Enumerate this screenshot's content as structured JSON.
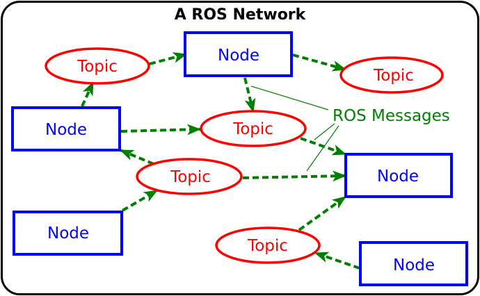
{
  "title": "A ROS Network",
  "colors": {
    "frame": "#000000",
    "node": "#0000ff",
    "topic": "#ff0000",
    "message": "#008000"
  },
  "nodes": [
    {
      "id": "n1",
      "label": "Node"
    },
    {
      "id": "n2",
      "label": "Node"
    },
    {
      "id": "n3",
      "label": "Node"
    },
    {
      "id": "n4",
      "label": "Node"
    },
    {
      "id": "n5",
      "label": "Node"
    }
  ],
  "topics": [
    {
      "id": "t1",
      "label": "Topic"
    },
    {
      "id": "t2",
      "label": "Topic"
    },
    {
      "id": "t3",
      "label": "Topic"
    },
    {
      "id": "t4",
      "label": "Topic"
    },
    {
      "id": "t5",
      "label": "Topic"
    }
  ],
  "edges": [
    {
      "from": "t1",
      "to": "n1"
    },
    {
      "from": "n1",
      "to": "t2"
    },
    {
      "from": "n2",
      "to": "t1"
    },
    {
      "from": "n1",
      "to": "t3"
    },
    {
      "from": "n2",
      "to": "t3"
    },
    {
      "from": "t3",
      "to": "n3"
    },
    {
      "from": "t4",
      "to": "n2"
    },
    {
      "from": "t4",
      "to": "n3"
    },
    {
      "from": "n4",
      "to": "t4"
    },
    {
      "from": "t5",
      "to": "n3"
    },
    {
      "from": "n5",
      "to": "t5"
    }
  ],
  "callout": {
    "label": "ROS Messages",
    "points_to": [
      "n1->t3",
      "t3->n3",
      "t4->n3"
    ]
  }
}
